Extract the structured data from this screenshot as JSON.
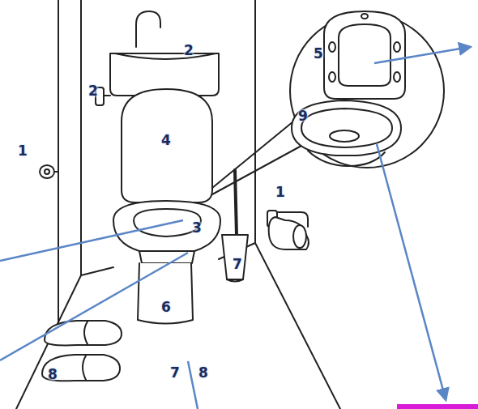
{
  "diagram": {
    "labels": [
      "2",
      "5",
      "2",
      "9",
      "4",
      "1",
      "1",
      "3",
      "7",
      "6",
      "7",
      "8",
      "8"
    ]
  }
}
